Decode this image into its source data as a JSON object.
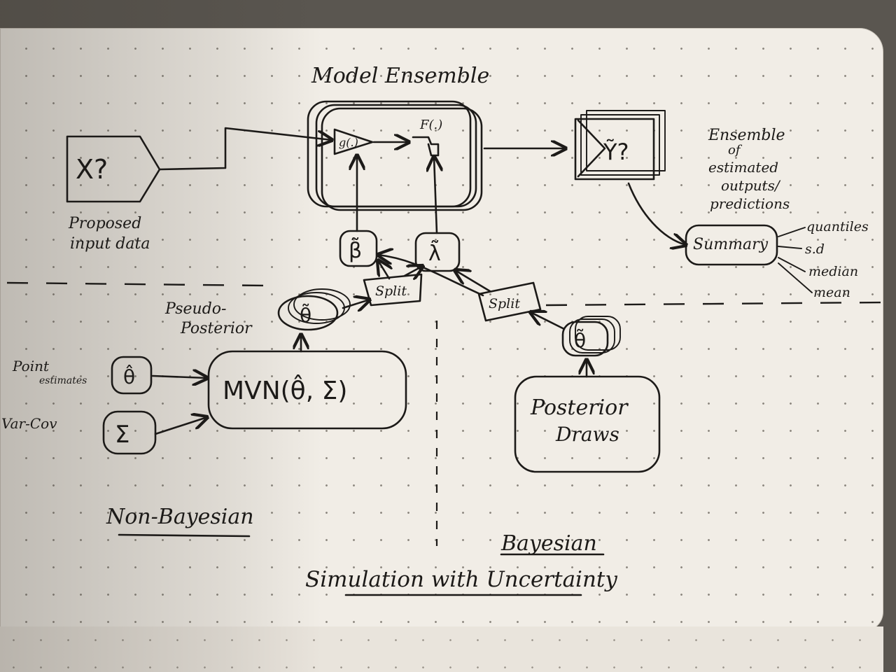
{
  "diagram": {
    "title": "Model Ensemble",
    "caption": "Simulation with Uncertainty",
    "input": {
      "symbol": "X?",
      "label_line1": "Proposed",
      "label_line2": "input data"
    },
    "model": {
      "g_label": "g(.)",
      "f_label": "F(.)"
    },
    "output": {
      "symbol": "Ỹ?",
      "label_lines": [
        "Ensemble",
        "of",
        "estimated",
        "outputs/",
        "predictions"
      ]
    },
    "summary": {
      "label": "Summary",
      "stats": [
        "quantiles",
        "s.d",
        "median",
        "mean"
      ]
    },
    "params": {
      "beta": "β̃",
      "lambda": "λ̃",
      "split_left": "Split",
      "split_right": "Split"
    },
    "non_bayesian": {
      "heading": "Non-Bayesian",
      "pseudo_label_line1": "Pseudo-",
      "pseudo_label_line2": "Posterior",
      "theta_tilde": "θ̃",
      "mvn": "MVN(θ̂, Σ)",
      "point_label_line1": "Point",
      "point_label_line2": "estimates",
      "theta_hat": "θ̂",
      "varcov_label": "Var-Cov",
      "sigma": "Σ"
    },
    "bayesian": {
      "heading": "Bayesian",
      "theta_tilde": "θ̃",
      "posterior_line1": "Posterior",
      "posterior_line2": "Draws"
    }
  }
}
